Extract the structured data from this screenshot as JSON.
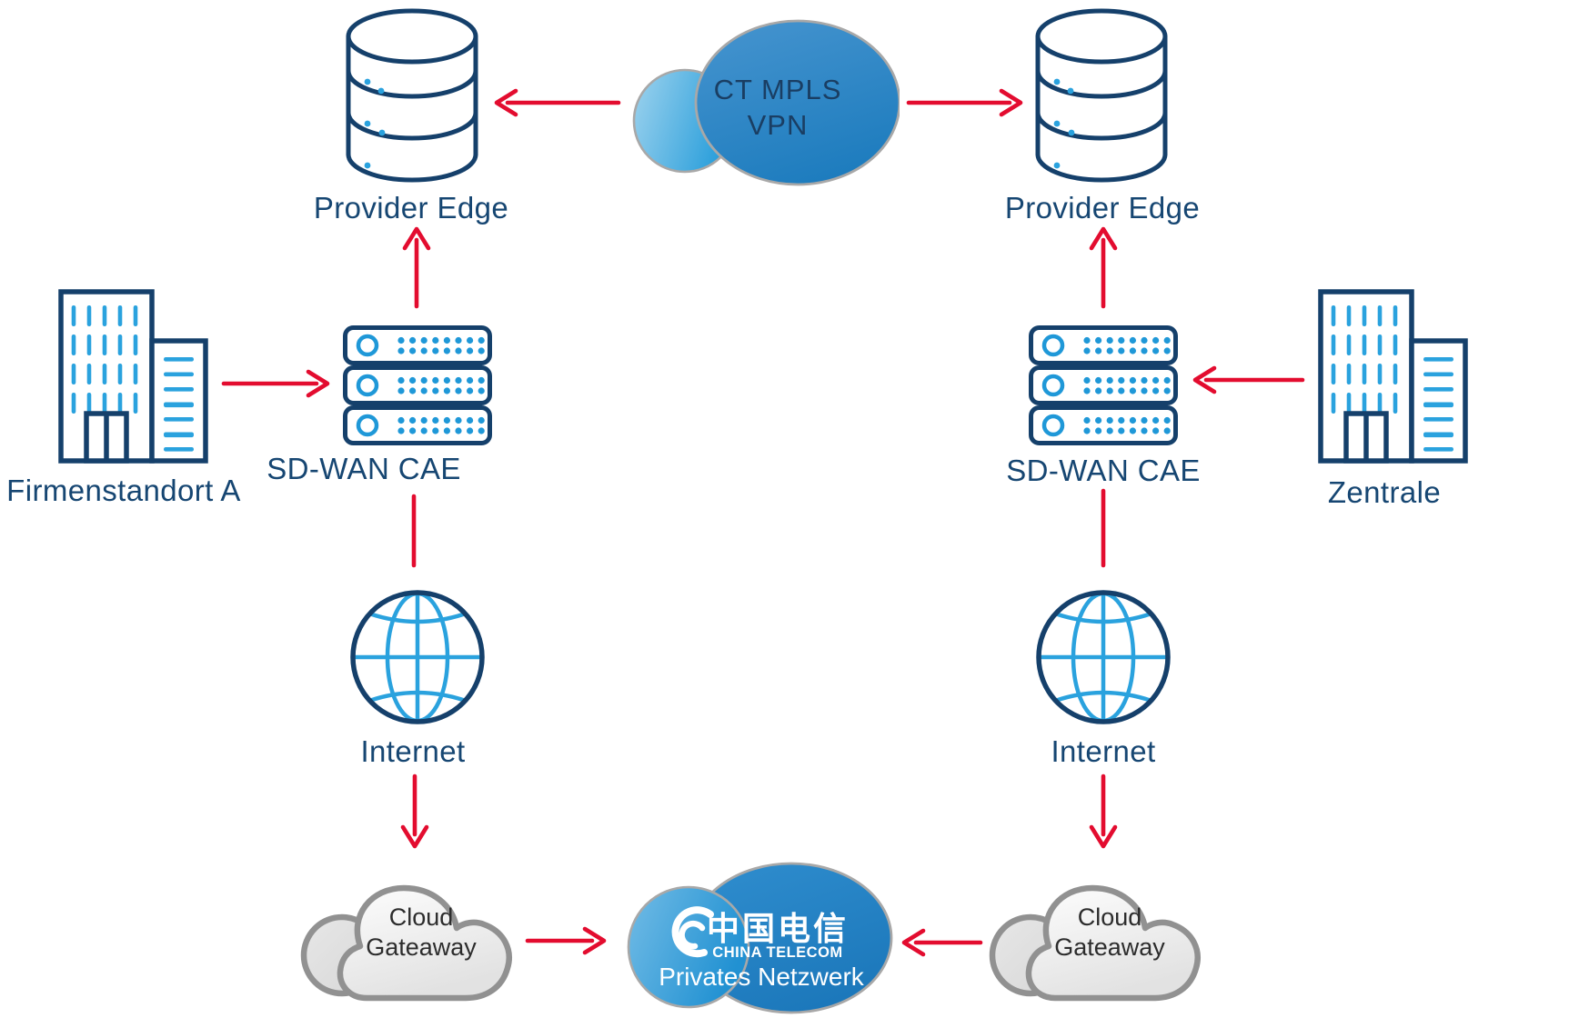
{
  "diagram": {
    "title": "SD-WAN / CT MPLS VPN network diagram",
    "colors": {
      "navy_outline": "#15406b",
      "navy_label": "#164672",
      "light_blue": "#2aa2de",
      "arrow_red": "#e30c2f",
      "cloud_blue_dark": "#1f7fc3",
      "cloud_blue_light": "#54aede",
      "cloud_gray_fill": "#ededed",
      "cloud_gray_stroke": "#919191"
    },
    "nodes": {
      "provider_edge_left": {
        "label": "Provider Edge"
      },
      "provider_edge_right": {
        "label": "Provider Edge"
      },
      "ct_mpls_vpn_cloud": {
        "line1": "CT MPLS",
        "line2": "VPN"
      },
      "firmenstandort_a": {
        "label": "Firmenstandort A"
      },
      "sd_wan_cae_left": {
        "label": "SD-WAN CAE"
      },
      "sd_wan_cae_right": {
        "label": "SD-WAN CAE"
      },
      "zentrale": {
        "label": "Zentrale"
      },
      "internet_left": {
        "label": "Internet"
      },
      "internet_right": {
        "label": "Internet"
      },
      "cloud_gateaway_left": {
        "line1": "Cloud",
        "line2": "Gateaway"
      },
      "cloud_gateaway_right": {
        "line1": "Cloud",
        "line2": "Gateaway"
      },
      "china_telecom_cloud": {
        "brand_cn": "中国电信",
        "brand_en": "CHINA TELECOM",
        "label": "Privates Netzwerk"
      }
    }
  }
}
